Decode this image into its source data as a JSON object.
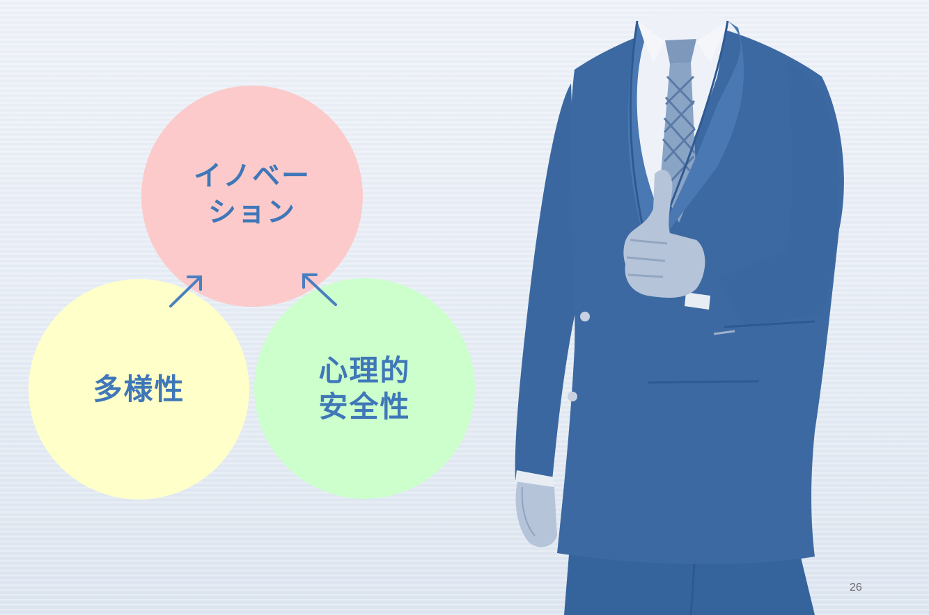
{
  "diagram": {
    "innovation_label": "イノベー\nション",
    "diversity_label": "多様性",
    "psych_safety_label": "心理的\n安全性"
  },
  "colors": {
    "text_blue": "#3f77b8",
    "innovation_fill": "#fccaca",
    "diversity_fill": "#ffffc9",
    "psych_safety_fill": "#ccffcc",
    "suit_blue": "#3d6aa3"
  },
  "image": {
    "subject": "businessman-thumbs-up"
  },
  "footer": {
    "page_number": "26"
  }
}
